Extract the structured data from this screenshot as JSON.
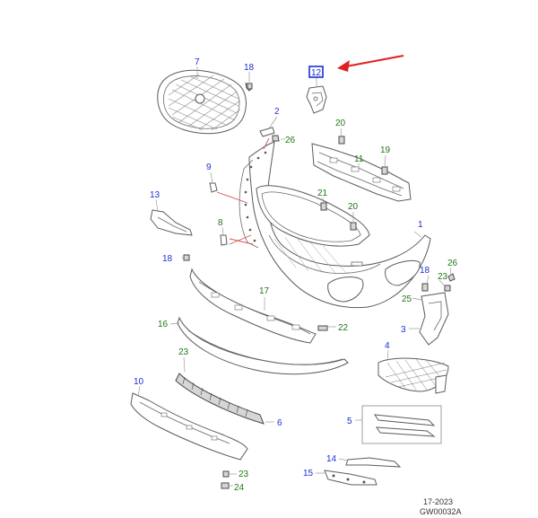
{
  "colors": {
    "callout_blue": "#1a2fd4",
    "callout_green": "#1d7a12",
    "arrow_red": "#e02020",
    "highlight_box": "#1a2fd4"
  },
  "callouts": {
    "c1": "1",
    "c2": "2",
    "c3": "3",
    "c4": "4",
    "c5": "5",
    "c6": "6",
    "c7": "7",
    "c8": "8",
    "c9": "9",
    "c10": "10",
    "c11": "11",
    "c12": "12",
    "c13": "13",
    "c14": "14",
    "c15": "15",
    "c16": "16",
    "c17": "17",
    "c18a": "18",
    "c18b": "18",
    "c18c": "18",
    "c19": "19",
    "c20a": "20",
    "c20b": "20",
    "c21": "21",
    "c22": "22",
    "c23a": "23",
    "c23b": "23",
    "c23c": "23",
    "c24": "24",
    "c25": "25",
    "c26a": "26",
    "c26b": "26"
  },
  "highlighted_part": "12",
  "footer": {
    "code": "17-2023",
    "drawing_id": "GW00032A"
  }
}
